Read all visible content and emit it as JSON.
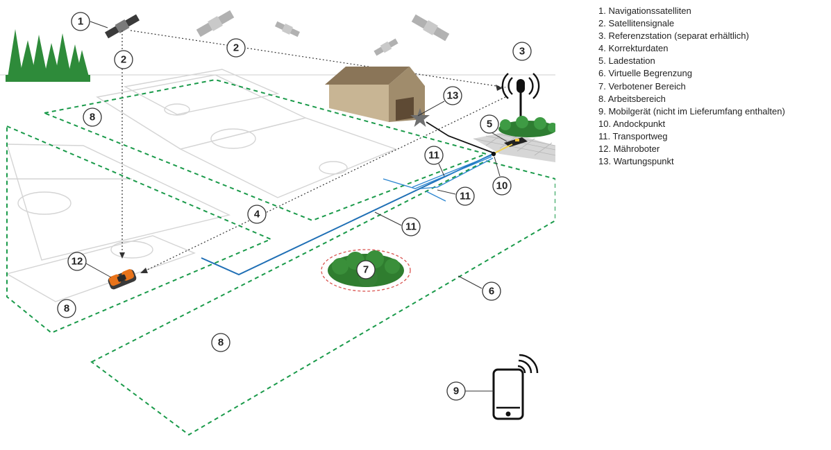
{
  "legend": [
    {
      "number": "1",
      "label": "Navigationssatelliten"
    },
    {
      "number": "2",
      "label": "Satellitensignale"
    },
    {
      "number": "3",
      "label": "Referenzstation (separat erhältlich)"
    },
    {
      "number": "4",
      "label": "Korrekturdaten"
    },
    {
      "number": "5",
      "label": "Ladestation"
    },
    {
      "number": "6",
      "label": "Virtuelle Begrenzung"
    },
    {
      "number": "7",
      "label": "Verbotener Bereich"
    },
    {
      "number": "8",
      "label": "Arbeitsbereich"
    },
    {
      "number": "9",
      "label": "Mobilgerät (nicht im Lieferumfang enthalten)"
    },
    {
      "number": "10",
      "label": "Andockpunkt"
    },
    {
      "number": "11",
      "label": "Transportweg"
    },
    {
      "number": "12",
      "label": "Mähroboter"
    },
    {
      "number": "13",
      "label": "Wartungspunkt"
    }
  ],
  "callouts": {
    "c1": "1",
    "c2a": "2",
    "c2b": "2",
    "c3": "3",
    "c4": "4",
    "c5": "5",
    "c6": "6",
    "c7": "7",
    "c8a": "8",
    "c8b": "8",
    "c8c": "8",
    "c9": "9",
    "c10": "10",
    "c11a": "11",
    "c11b": "11",
    "c11c": "11",
    "c12": "12",
    "c13": "13"
  },
  "colors": {
    "boundary": "#1a9a4a",
    "route": "#1f6fb5",
    "forest": "#2e8b3a",
    "mower": "#e8731a",
    "exclusion": "#d9534f"
  }
}
